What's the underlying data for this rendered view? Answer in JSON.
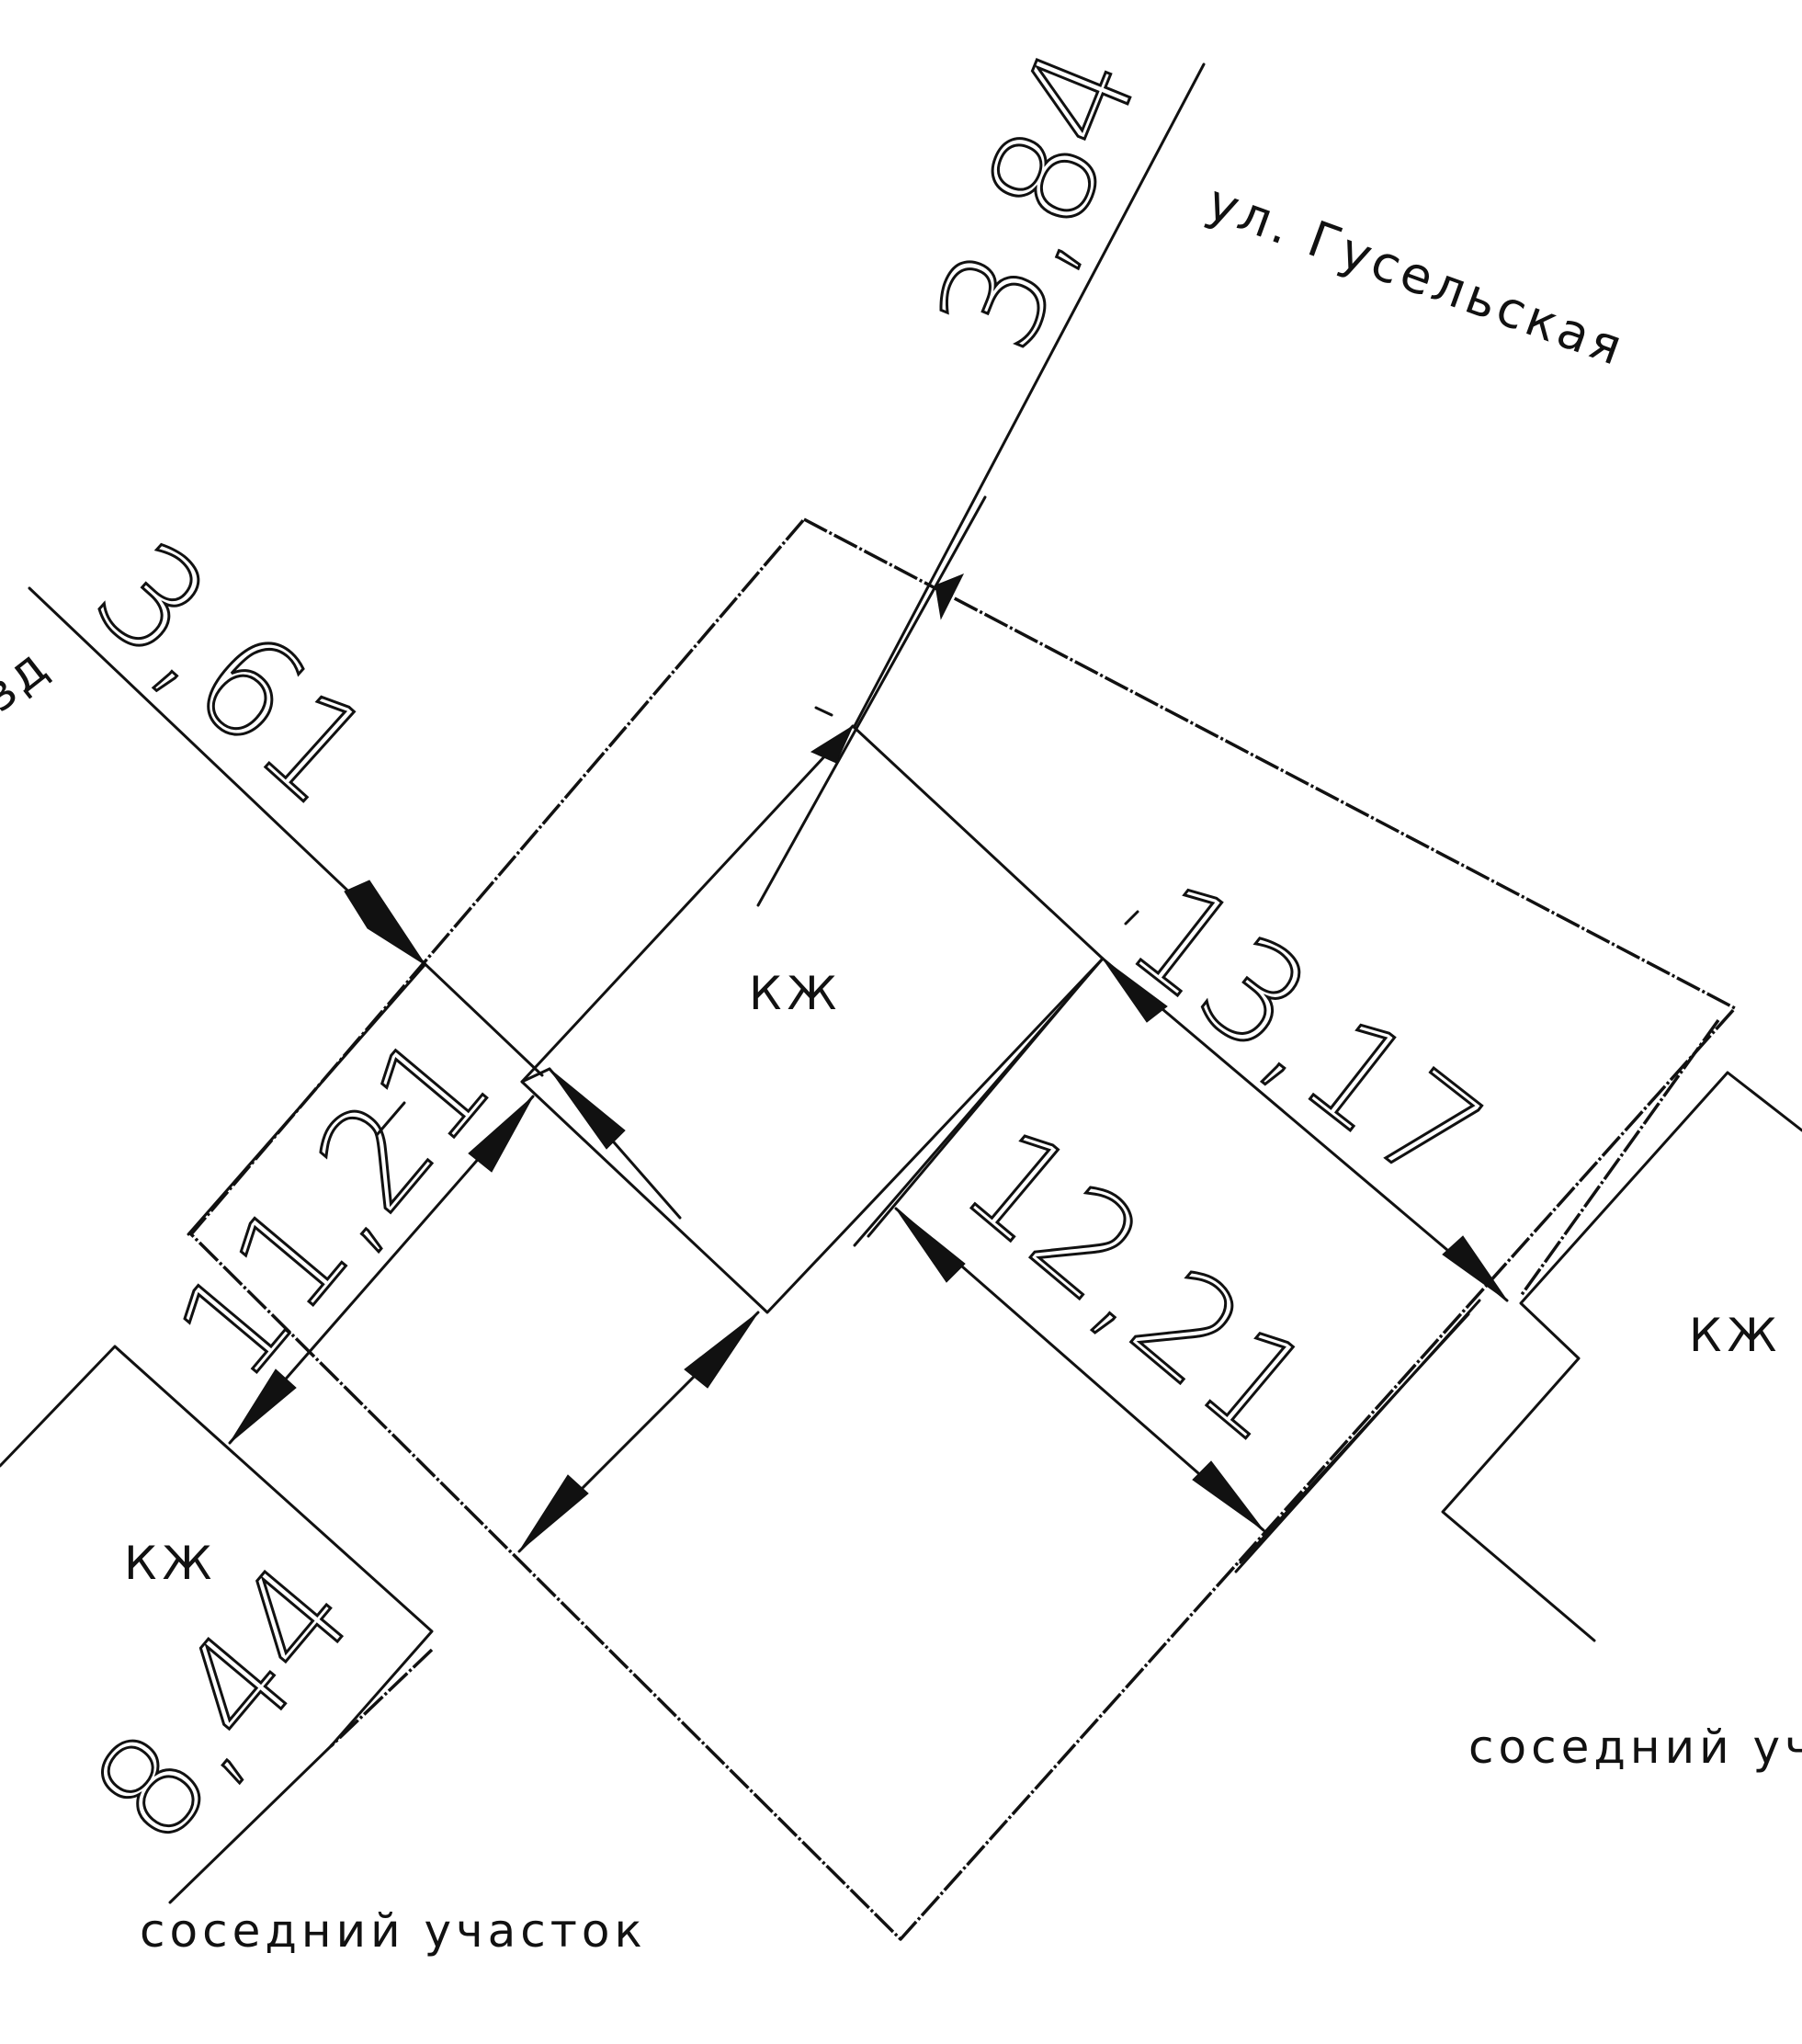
{
  "streets": {
    "gusel": "ул. Гусельская",
    "proezd": "проезд"
  },
  "neighbors": {
    "left": "соседний участок",
    "right": "соседний участок"
  },
  "buildings": {
    "main": "КЖ",
    "left": "КЖ",
    "right": "КЖ"
  },
  "dimensions": {
    "top": "3,84",
    "left_top": "3,61",
    "right_long": "13,17",
    "middle": "12,21",
    "left": "11,21",
    "bottom_left": "8,44"
  }
}
